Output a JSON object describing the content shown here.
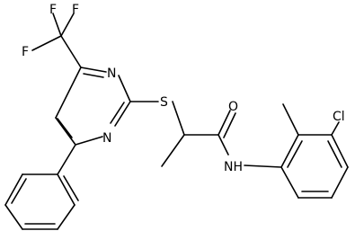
{
  "molecule": {
    "atom_labels": {
      "f_top": "F",
      "f_left": "F",
      "f_right": "F",
      "n_upper": "N",
      "n_lower": "N",
      "s": "S",
      "o": "O",
      "nh": "NH",
      "cl": "Cl"
    }
  },
  "colors": {
    "bond": "#000000",
    "background": "#ffffff"
  }
}
